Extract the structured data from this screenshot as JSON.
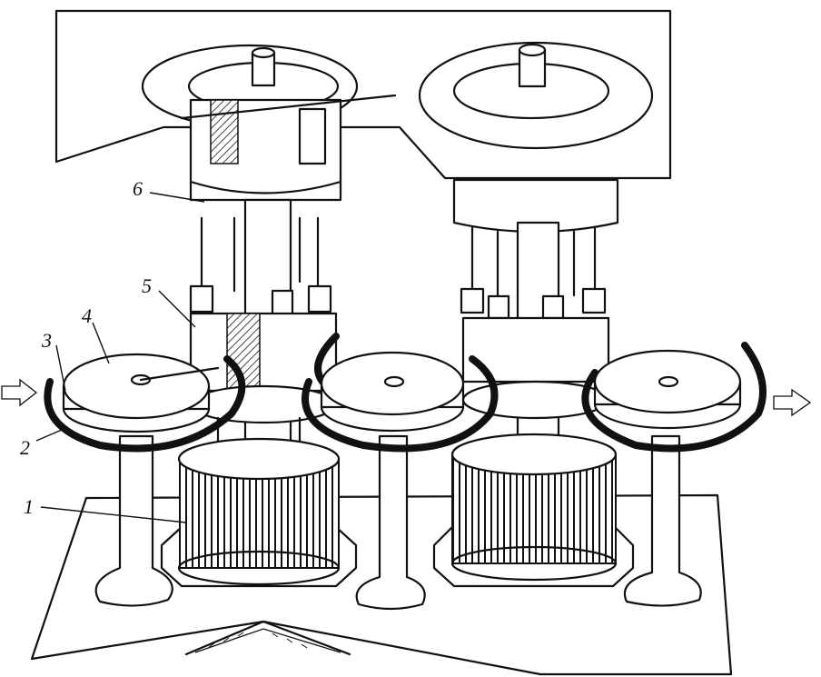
{
  "callouts": [
    {
      "id": "1",
      "text": "1"
    },
    {
      "id": "2",
      "text": "2"
    },
    {
      "id": "3",
      "text": "3"
    },
    {
      "id": "4",
      "text": "4"
    },
    {
      "id": "5",
      "text": "5"
    },
    {
      "id": "6",
      "text": "6"
    }
  ],
  "flow": {
    "in_arrow": "in-arrow-icon",
    "out_arrow": "out-arrow-icon"
  }
}
